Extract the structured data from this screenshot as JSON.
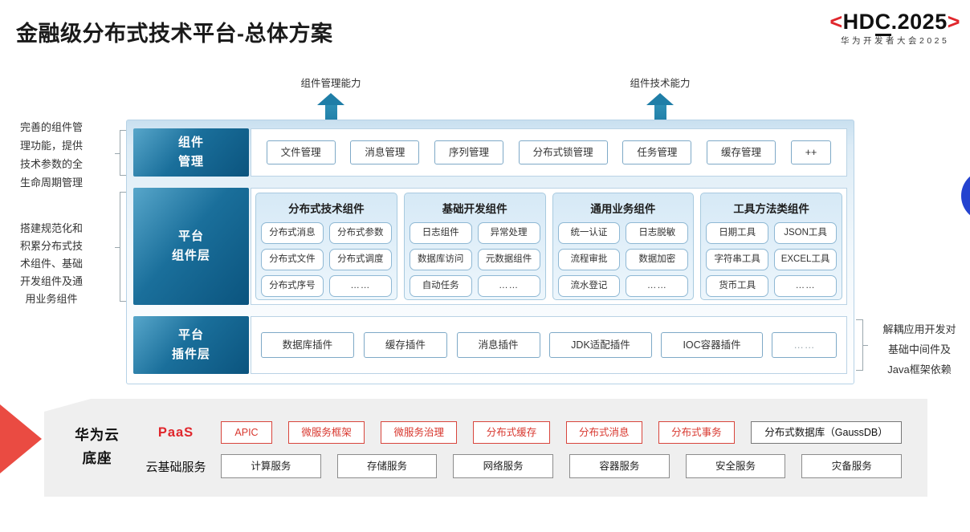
{
  "slide": {
    "title": "金融级分布式技术平台-总体方案",
    "logo": {
      "angle_left": "<",
      "hd": "HD",
      "c_underlined": "C",
      "rest": ".2025",
      "angle_right": ">",
      "subtitle": "华为开发者大会2025"
    },
    "capability_arrows": [
      {
        "label": "组件管理能力"
      },
      {
        "label": "组件技术能力"
      }
    ],
    "left_notes": [
      {
        "text": "完善的组件管理功能，提供技术参数的全生命周期管理"
      },
      {
        "text": "搭建规范化和积累分布式技术组件、基础开发组件及通用业务组件"
      }
    ],
    "right_note": {
      "text": "解耦应用开发对基础中间件及Java框架依赖"
    },
    "layers": {
      "component_mgmt": {
        "label_lines": [
          "组件",
          "管理"
        ],
        "items": [
          "文件管理",
          "消息管理",
          "序列管理",
          "分布式锁管理",
          "任务管理",
          "缓存管理",
          "++"
        ]
      },
      "platform_components": {
        "label_lines": [
          "平台",
          "组件层"
        ],
        "groups": [
          {
            "title": "分布式技术组件",
            "items": [
              "分布式消息",
              "分布式参数",
              "分布式文件",
              "分布式调度",
              "分布式序号",
              "……"
            ]
          },
          {
            "title": "基础开发组件",
            "items": [
              "日志组件",
              "异常处理",
              "数据库访问",
              "元数据组件",
              "自动任务",
              "……"
            ]
          },
          {
            "title": "通用业务组件",
            "items": [
              "统一认证",
              "日志脱敏",
              "流程审批",
              "数据加密",
              "流水登记",
              "……"
            ]
          },
          {
            "title": "工具方法类组件",
            "items": [
              "日期工具",
              "JSON工具",
              "字符串工具",
              "EXCEL工具",
              "货币工具",
              "……"
            ]
          }
        ]
      },
      "platform_plugins": {
        "label_lines": [
          "平台",
          "插件层"
        ],
        "items": [
          "数据库插件",
          "缓存插件",
          "消息插件",
          "JDK适配插件",
          "IOC容器插件",
          "……"
        ]
      }
    },
    "foundation": {
      "label_lines": [
        "华为云",
        "底座"
      ],
      "paas_row": {
        "label": "PaaS",
        "red_items": [
          "APIC",
          "微服务框架",
          "微服务治理",
          "分布式缓存",
          "分布式消息",
          "分布式事务"
        ],
        "plain_item": "分布式数据库（GaussDB）"
      },
      "iaas_row": {
        "label": "云基础服务",
        "items": [
          "计算服务",
          "存储服务",
          "网络服务",
          "容器服务",
          "安全服务",
          "灾备服务"
        ]
      }
    },
    "colors": {
      "hdc_red": "#e0262c",
      "arrow_teal": "#1f7ea7",
      "layer_label_blue_dark": "#0b547e",
      "red_box_border": "#d8453c",
      "foundation_bg": "#efefef",
      "accent_circle_blue": "#2443cf",
      "accent_triangle_red": "#ea4b42"
    }
  }
}
